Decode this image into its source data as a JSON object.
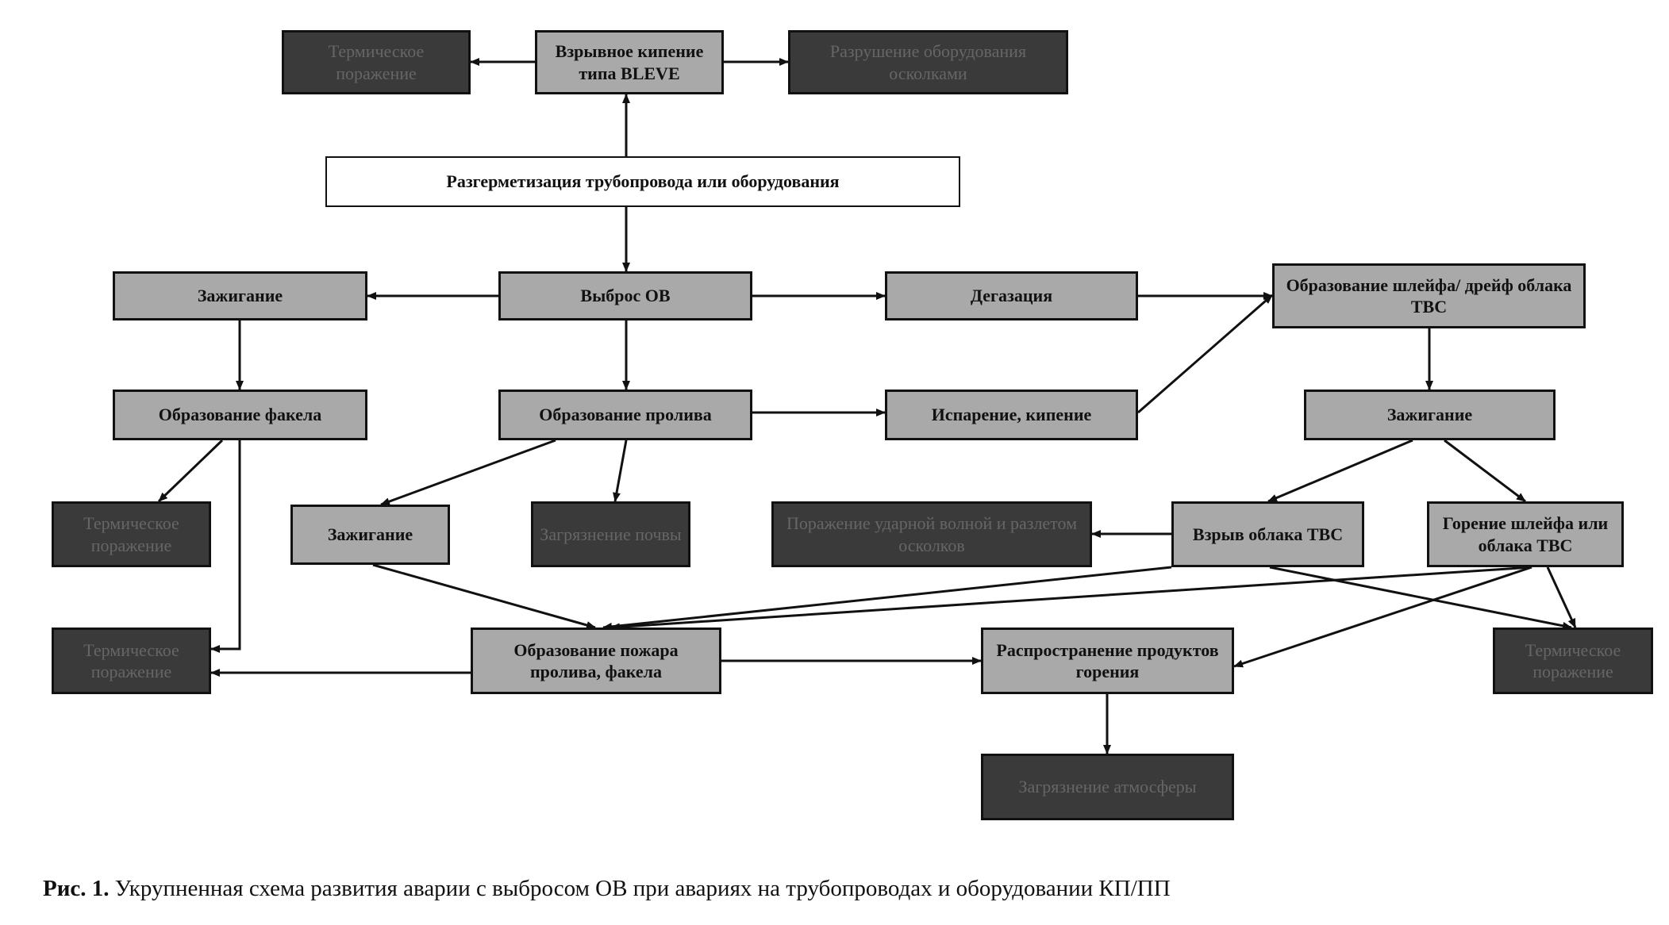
{
  "colors": {
    "light_box": "#a9a9a9",
    "dark_box": "#3a3a3a",
    "line": "#111111"
  },
  "nodes": {
    "bleve": "Взрывное кипение типа BLEVE",
    "top_left_outcome": "Термическое поражение",
    "top_right_outcome": "Разрушение оборудования осколками",
    "depressurization": "Разгерметизация трубопровода или оборудования",
    "ignition_left": "Зажигание",
    "release": "Выброс ОВ",
    "degassing": "Дегазация",
    "plume": "Образование шлейфа/ дрейф облака ТВС",
    "torch": "Образование факела",
    "spill": "Образование пролива",
    "evaporation": "Испарение, кипение",
    "ignition_right": "Зажигание",
    "torch_outcome": "Термическое поражение",
    "ignition_mid": "Зажигание",
    "spill_outcome": "Загрязнение почвы",
    "explosion_outcome": "Поражение ударной волной и разлетом осколков",
    "cloud_explosion": "Взрыв облака ТВС",
    "plume_burning": "Горение шлейфа или облака ТВС",
    "fire_outcome_left": "Термическое поражение",
    "fire": "Образование пожара пролива, факела",
    "combustion_spread": "Распространение продуктов горения",
    "right_outcome": "Термическое поражение",
    "bottom_outcome": "Загрязнение атмосферы"
  },
  "caption": {
    "label": "Рис. 1.",
    "text": " Укрупненная схема развития аварии с выбросом ОВ при авариях на трубопроводах и оборудовании КП/ПП"
  }
}
